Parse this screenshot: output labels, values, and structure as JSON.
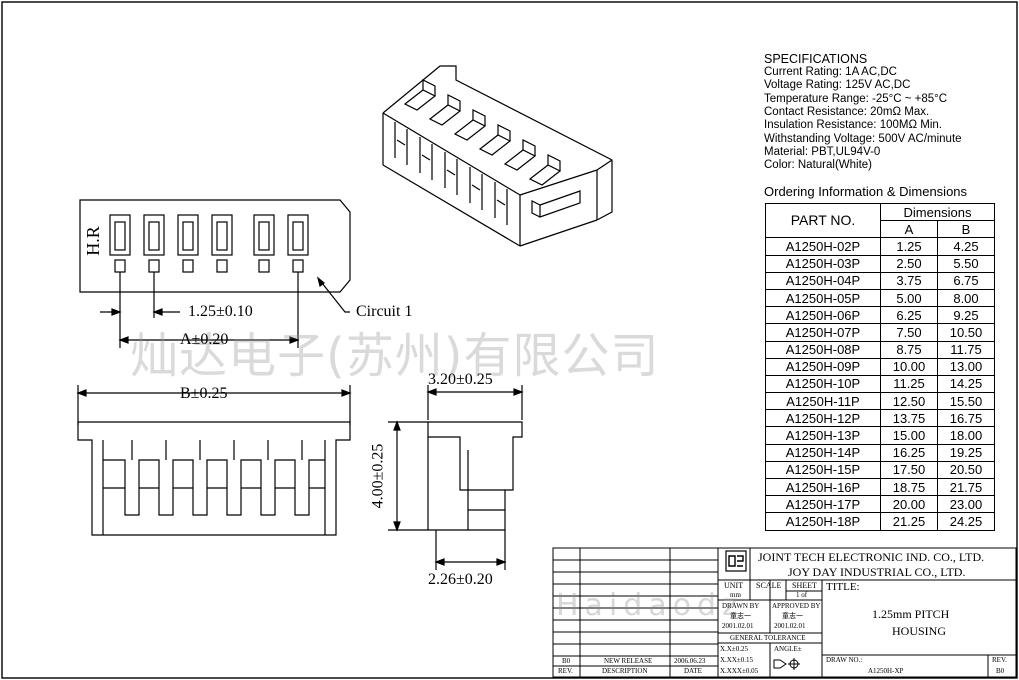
{
  "specifications": {
    "title": "SPECIFICATIONS",
    "lines": [
      "Current Rating: 1A AC,DC",
      "Voltage Rating: 125V AC,DC",
      "Temperature Range: -25°C ~ +85°C",
      "Contact Resistance: 20mΩ Max.",
      "Insulation Resistance: 100MΩ Min.",
      "Withstanding Voltage: 500V AC/minute",
      "Material: PBT,UL94V-0",
      "Color: Natural(White)"
    ]
  },
  "ordering": {
    "title": "Ordering Information & Dimensions",
    "col_part": "PART NO.",
    "col_dims": "Dimensions",
    "col_a": "A",
    "col_b": "B",
    "rows": [
      [
        "A1250H-02P",
        "1.25",
        "4.25"
      ],
      [
        "A1250H-03P",
        "2.50",
        "5.50"
      ],
      [
        "A1250H-04P",
        "3.75",
        "6.75"
      ],
      [
        "A1250H-05P",
        "5.00",
        "8.00"
      ],
      [
        "A1250H-06P",
        "6.25",
        "9.25"
      ],
      [
        "A1250H-07P",
        "7.50",
        "10.50"
      ],
      [
        "A1250H-08P",
        "8.75",
        "11.75"
      ],
      [
        "A1250H-09P",
        "10.00",
        "13.00"
      ],
      [
        "A1250H-10P",
        "11.25",
        "14.25"
      ],
      [
        "A1250H-11P",
        "12.50",
        "15.50"
      ],
      [
        "A1250H-12P",
        "13.75",
        "16.75"
      ],
      [
        "A1250H-13P",
        "15.00",
        "18.00"
      ],
      [
        "A1250H-14P",
        "16.25",
        "19.25"
      ],
      [
        "A1250H-15P",
        "17.50",
        "20.50"
      ],
      [
        "A1250H-16P",
        "18.75",
        "21.75"
      ],
      [
        "A1250H-17P",
        "20.00",
        "23.00"
      ],
      [
        "A1250H-18P",
        "21.25",
        "24.25"
      ]
    ]
  },
  "drawing": {
    "hr_label": "H.R",
    "circuit_label": "Circuit 1",
    "pitch_dim": "1.25±0.10",
    "a_dim": "A±0.20",
    "b_dim": "B±0.25",
    "width_dim": "3.20±0.25",
    "height_dim": "4.00±0.25",
    "depth_dim": "2.26±0.20"
  },
  "watermark": {
    "main": "灿达电子(苏州)有限公司",
    "sub": "Haidaodz"
  },
  "title_block": {
    "company_en": "JOINT TECH ELECTRONIC IND. CO., LTD.",
    "company_en2": "JOY DAY INDUSTRIAL CO., LTD.",
    "unit_label": "UNIT",
    "unit_value": "mm",
    "scale_label": "SCALE",
    "sheet_label": "SHEET",
    "sheet_value": "1 of",
    "title_label": "TITLE:",
    "title_line1": "1.25mm PITCH",
    "title_line2": "HOUSING",
    "drawn_by_label": "DRAWN BY",
    "drawn_by_name": "童志一",
    "drawn_by_date": "2001.02.01",
    "approved_by_label": "APPROVED BY",
    "approved_by_name": "童志一",
    "approved_by_date": "2001.02.01",
    "general_tolerance": "GENERAL TOLERANCE",
    "tol1": "X.X±0.25",
    "tol2": "X.XX±0.15",
    "tol3": "X.XXX±0.05",
    "angle_label": "ANGLE±",
    "rev_code": "B0",
    "rev_desc": "NEW RELEASE",
    "rev_date": "2006.06.23",
    "rev_col": "REV.",
    "desc_col": "DESCRIPTION",
    "date_col": "DATE",
    "draw_no_label": "DRAW NO.:",
    "draw_no": "A1250H-XP",
    "rev_label": "REV.",
    "rev_value": "B0"
  }
}
